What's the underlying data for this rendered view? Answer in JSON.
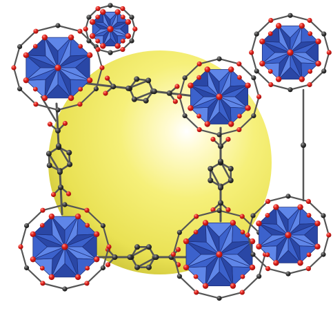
{
  "figure": {
    "subject": "metal-organic-framework-cage",
    "colors": {
      "background": "#ffffff",
      "pore_sphere": "#f2ec52",
      "pore_sphere_highlight": "#ffffff",
      "tetrahedron_light": "#5f86e8",
      "tetrahedron_mid": "#3c62cc",
      "tetrahedron_dark": "#2a47a6",
      "oxygen_atom": "#e0201c",
      "carbon_atom": "#3a3a3a",
      "bond": "#555555"
    },
    "components": {
      "metal_clusters": 7,
      "linkers": 4,
      "pore": "yellow-sphere"
    }
  }
}
